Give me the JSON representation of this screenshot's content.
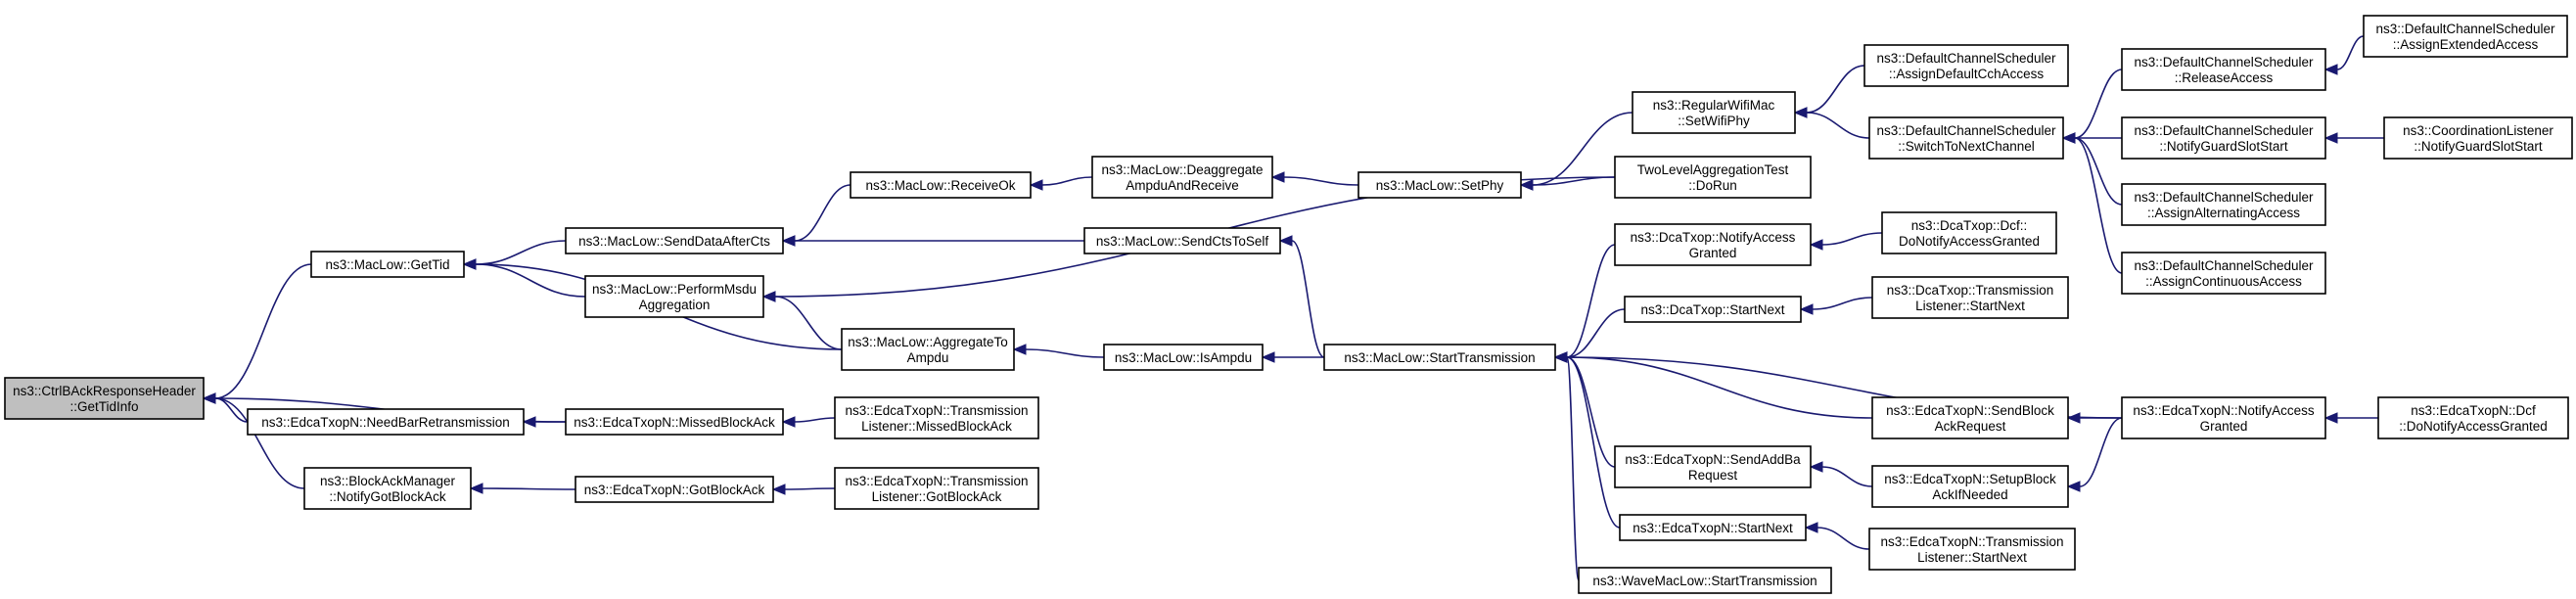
{
  "graph": {
    "nodes": [
      {
        "id": "n0",
        "lines": [
          "ns3::CtrlBAckResponseHeader",
          "::GetTidInfo"
        ],
        "highlighted": true
      },
      {
        "id": "n1",
        "lines": [
          "ns3::MacLow::GetTid"
        ]
      },
      {
        "id": "n2",
        "lines": [
          "ns3::EdcaTxopN::NeedBarRetransmission"
        ]
      },
      {
        "id": "n3",
        "lines": [
          "ns3::BlockAckManager",
          "::NotifyGotBlockAck"
        ]
      },
      {
        "id": "n4",
        "lines": [
          "ns3::MacLow::SendDataAfterCts"
        ]
      },
      {
        "id": "n5",
        "lines": [
          "ns3::MacLow::PerformMsdu",
          "Aggregation"
        ]
      },
      {
        "id": "n6",
        "lines": [
          "ns3::MacLow::AggregateTo",
          "Ampdu"
        ]
      },
      {
        "id": "n7",
        "lines": [
          "ns3::EdcaTxopN::MissedBlockAck"
        ]
      },
      {
        "id": "n8",
        "lines": [
          "ns3::EdcaTxopN::GotBlockAck"
        ]
      },
      {
        "id": "n9",
        "lines": [
          "ns3::MacLow::ReceiveOk"
        ]
      },
      {
        "id": "n10",
        "lines": [
          "ns3::MacLow::SendCtsToSelf"
        ]
      },
      {
        "id": "n11",
        "lines": [
          "ns3::MacLow::IsAmpdu"
        ]
      },
      {
        "id": "n12",
        "lines": [
          "ns3::EdcaTxopN::Transmission",
          "Listener::MissedBlockAck"
        ]
      },
      {
        "id": "n13",
        "lines": [
          "ns3::EdcaTxopN::Transmission",
          "Listener::GotBlockAck"
        ]
      },
      {
        "id": "n14",
        "lines": [
          "ns3::MacLow::Deaggregate",
          "AmpduAndReceive"
        ]
      },
      {
        "id": "n15",
        "lines": [
          "ns3::MacLow::SetPhy"
        ]
      },
      {
        "id": "n16",
        "lines": [
          "ns3::MacLow::StartTransmission"
        ]
      },
      {
        "id": "n17",
        "lines": [
          "ns3::RegularWifiMac",
          "::SetWifiPhy"
        ]
      },
      {
        "id": "n18",
        "lines": [
          "TwoLevelAggregationTest",
          "::DoRun"
        ]
      },
      {
        "id": "n19",
        "lines": [
          "ns3::DcaTxop::NotifyAccess",
          "Granted"
        ]
      },
      {
        "id": "n20",
        "lines": [
          "ns3::DcaTxop::StartNext"
        ]
      },
      {
        "id": "n21",
        "lines": [
          "ns3::EdcaTxopN::SendAddBa",
          "Request"
        ]
      },
      {
        "id": "n22",
        "lines": [
          "ns3::EdcaTxopN::StartNext"
        ]
      },
      {
        "id": "n23",
        "lines": [
          "ns3::WaveMacLow::StartTransmission"
        ]
      },
      {
        "id": "n24",
        "lines": [
          "ns3::DefaultChannelScheduler",
          "::AssignDefaultCchAccess"
        ]
      },
      {
        "id": "n25",
        "lines": [
          "ns3::DefaultChannelScheduler",
          "::SwitchToNextChannel"
        ]
      },
      {
        "id": "n26",
        "lines": [
          "ns3::DcaTxop::Dcf::",
          "DoNotifyAccessGranted"
        ]
      },
      {
        "id": "n27",
        "lines": [
          "ns3::DcaTxop::Transmission",
          "Listener::StartNext"
        ]
      },
      {
        "id": "n28",
        "lines": [
          "ns3::EdcaTxopN::SendBlock",
          "AckRequest"
        ]
      },
      {
        "id": "n29",
        "lines": [
          "ns3::EdcaTxopN::SetupBlock",
          "AckIfNeeded"
        ]
      },
      {
        "id": "n30",
        "lines": [
          "ns3::EdcaTxopN::Transmission",
          "Listener::StartNext"
        ]
      },
      {
        "id": "n31",
        "lines": [
          "ns3::DefaultChannelScheduler",
          "::ReleaseAccess"
        ]
      },
      {
        "id": "n32",
        "lines": [
          "ns3::DefaultChannelScheduler",
          "::NotifyGuardSlotStart"
        ]
      },
      {
        "id": "n33",
        "lines": [
          "ns3::DefaultChannelScheduler",
          "::AssignAlternatingAccess"
        ]
      },
      {
        "id": "n34",
        "lines": [
          "ns3::DefaultChannelScheduler",
          "::AssignContinuousAccess"
        ]
      },
      {
        "id": "n35",
        "lines": [
          "ns3::EdcaTxopN::NotifyAccess",
          "Granted"
        ]
      },
      {
        "id": "n36",
        "lines": [
          "ns3::DefaultChannelScheduler",
          "::AssignExtendedAccess"
        ]
      },
      {
        "id": "n37",
        "lines": [
          "ns3::CoordinationListener",
          "::NotifyGuardSlotStart"
        ]
      },
      {
        "id": "n38",
        "lines": [
          "ns3::EdcaTxopN::Dcf",
          "::DoNotifyAccessGranted"
        ]
      }
    ],
    "edges": [
      {
        "from": "n1",
        "to": "n0"
      },
      {
        "from": "n2",
        "to": "n0"
      },
      {
        "from": "n3",
        "to": "n0"
      },
      {
        "from": "n7",
        "to": "n0"
      },
      {
        "from": "n4",
        "to": "n1"
      },
      {
        "from": "n5",
        "to": "n1"
      },
      {
        "from": "n6",
        "to": "n1"
      },
      {
        "from": "n7",
        "to": "n2"
      },
      {
        "from": "n8",
        "to": "n3"
      },
      {
        "from": "n9",
        "to": "n4"
      },
      {
        "from": "n10",
        "to": "n4"
      },
      {
        "from": "n6",
        "to": "n5"
      },
      {
        "from": "n18",
        "to": "n5"
      },
      {
        "from": "n11",
        "to": "n6"
      },
      {
        "from": "n12",
        "to": "n7"
      },
      {
        "from": "n13",
        "to": "n8"
      },
      {
        "from": "n14",
        "to": "n9"
      },
      {
        "from": "n16",
        "to": "n10"
      },
      {
        "from": "n16",
        "to": "n11"
      },
      {
        "from": "n15",
        "to": "n14"
      },
      {
        "from": "n17",
        "to": "n15"
      },
      {
        "from": "n18",
        "to": "n15"
      },
      {
        "from": "n19",
        "to": "n16"
      },
      {
        "from": "n20",
        "to": "n16"
      },
      {
        "from": "n21",
        "to": "n16"
      },
      {
        "from": "n22",
        "to": "n16"
      },
      {
        "from": "n23",
        "to": "n16"
      },
      {
        "from": "n28",
        "to": "n16"
      },
      {
        "from": "n35",
        "to": "n16"
      },
      {
        "from": "n24",
        "to": "n17"
      },
      {
        "from": "n25",
        "to": "n17"
      },
      {
        "from": "n26",
        "to": "n19"
      },
      {
        "from": "n27",
        "to": "n20"
      },
      {
        "from": "n29",
        "to": "n21"
      },
      {
        "from": "n30",
        "to": "n22"
      },
      {
        "from": "n31",
        "to": "n25"
      },
      {
        "from": "n32",
        "to": "n25"
      },
      {
        "from": "n33",
        "to": "n25"
      },
      {
        "from": "n34",
        "to": "n25"
      },
      {
        "from": "n35",
        "to": "n28"
      },
      {
        "from": "n35",
        "to": "n29"
      },
      {
        "from": "n36",
        "to": "n31"
      },
      {
        "from": "n37",
        "to": "n32"
      },
      {
        "from": "n38",
        "to": "n35"
      }
    ]
  }
}
